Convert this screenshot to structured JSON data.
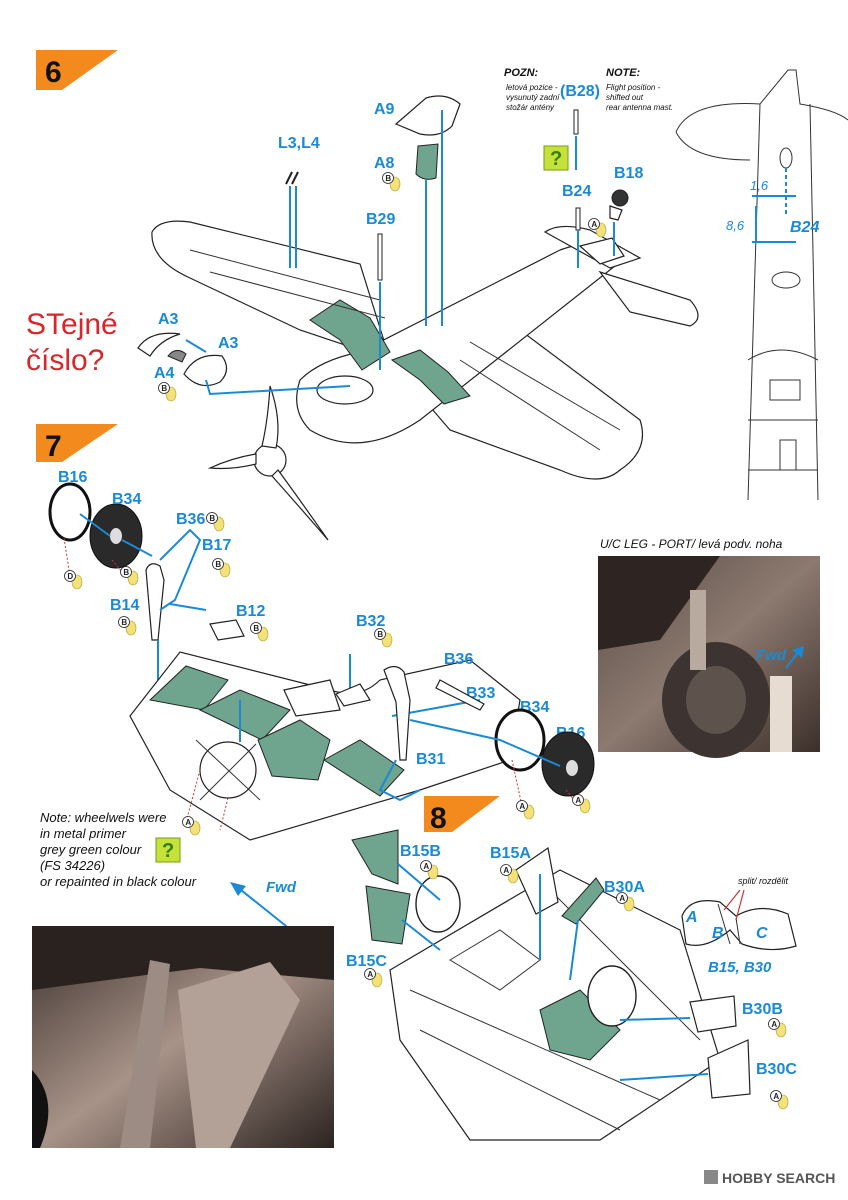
{
  "steps": {
    "s6": "6",
    "s7": "7",
    "s8": "8"
  },
  "red_text": {
    "line1": "STejné",
    "line2": "číslo?"
  },
  "labels": {
    "L3L4": "L3,L4",
    "A9": "A9",
    "A8": "A8",
    "B29": "B29",
    "A3a": "A3",
    "A3b": "A3",
    "A4": "A4",
    "B24": "B24",
    "B18": "B18",
    "B28": "(B28)",
    "B24side": "B24",
    "B16a": "B16",
    "B34a": "B34",
    "B36a": "B36",
    "B17": "B17",
    "B14": "B14",
    "B12": "B12",
    "B32": "B32",
    "B36b": "B36",
    "B33": "B33",
    "B34b": "B34",
    "B16b": "B16",
    "B31": "B31",
    "B15B": "B15B",
    "B15A": "B15A",
    "B30A": "B30A",
    "B15C": "B15C",
    "B30B": "B30B",
    "B30C": "B30C",
    "A": "A",
    "B": "B",
    "C": "C",
    "B15B30": "B15, B30"
  },
  "pozn": {
    "title": "POZN:",
    "l1": "letová pozice -",
    "l2": "vysunutý zadní",
    "l3": "stožár antény"
  },
  "note_en": {
    "title": "NOTE:",
    "l1": "Flight position -",
    "l2": "shifted out",
    "l3": "rear antenna mast."
  },
  "dims": {
    "d1": "1,6",
    "d2": "8,6"
  },
  "photo_caption": "U/C LEG - PORT/ levá podv. noha",
  "fwd": {
    "top": "Fwd",
    "left": "Fwd"
  },
  "split_text": "split/ rozdělit",
  "wheelwell_note": {
    "l1": "Note: wheelwels were",
    "l2": "in metal primer",
    "l3": "grey green colour",
    "l4": "(FS 34226)",
    "l5": "or repainted in black colour"
  },
  "plate_letters": {
    "a": "A",
    "b": "B",
    "d": "D"
  },
  "question_mark": "?",
  "watermark": "HOBBY SEARCH",
  "colors": {
    "accent": "#1a8ad4",
    "step_orange": "#f38a1e",
    "interior_green": "#6fa58f",
    "red": "#d8262a",
    "paint_yellow": "#c5e23a"
  }
}
